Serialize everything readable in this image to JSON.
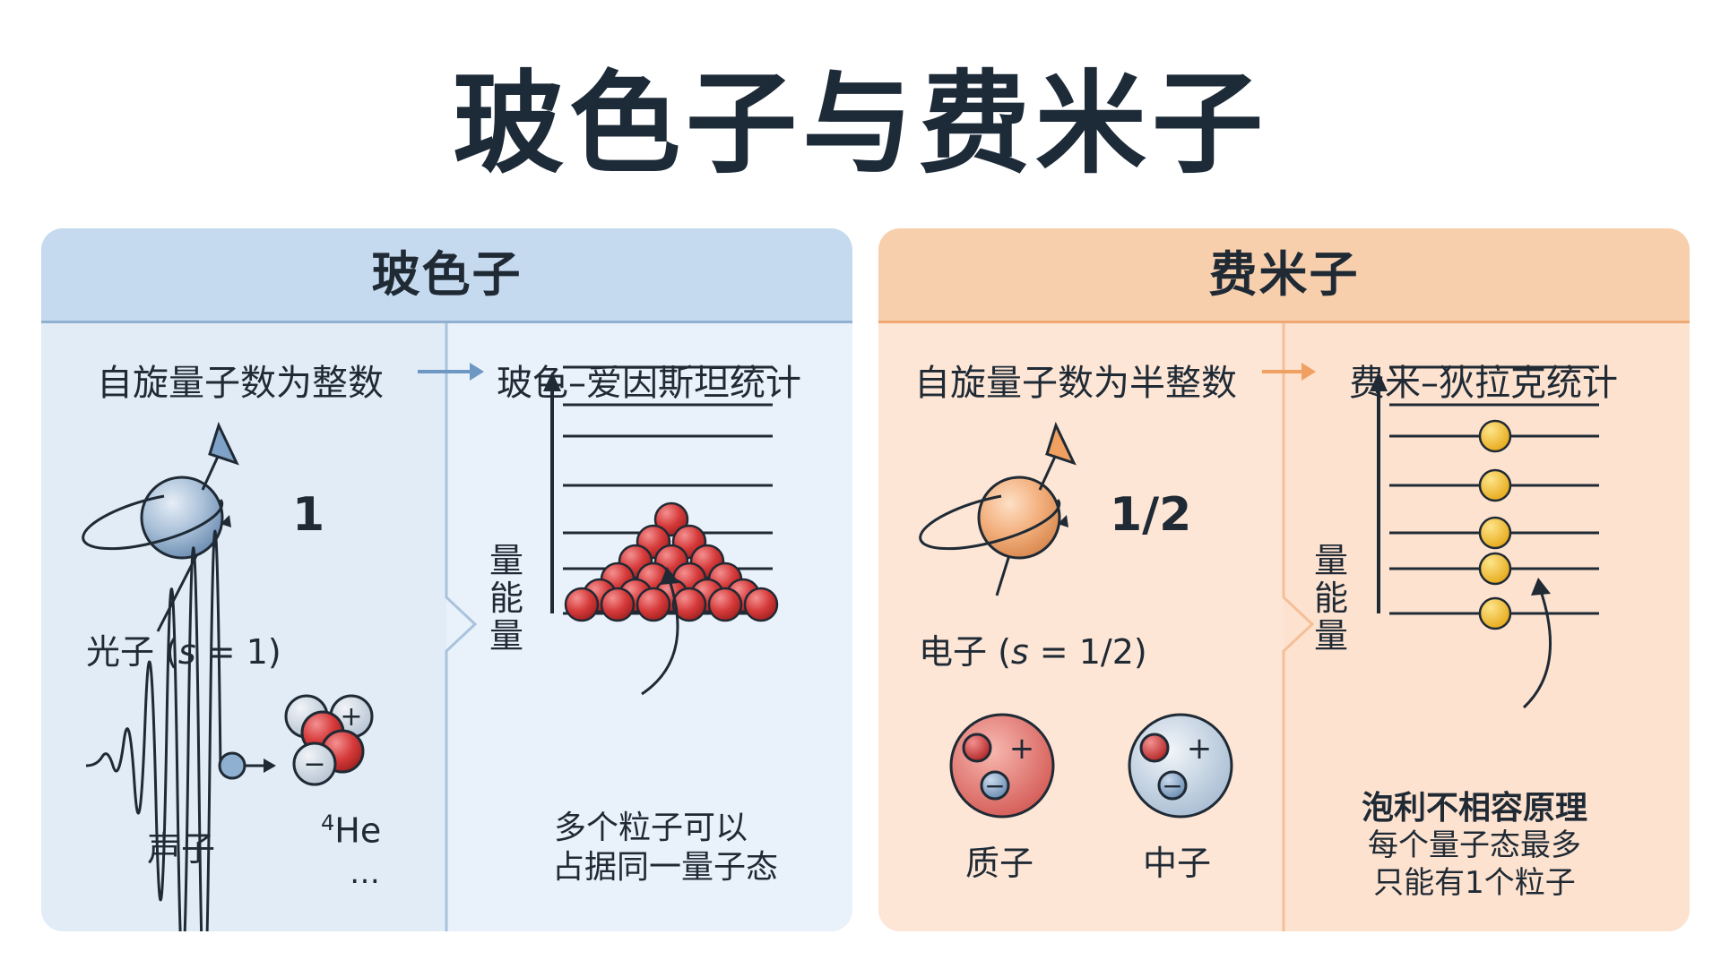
{
  "title": "玻色子与费米子",
  "boson": {
    "header": "玻色子",
    "rule_left": "自旋量子数为整数",
    "rule_right": "玻色–爱因斯坦统计",
    "spin_value": "1",
    "photon_label": "光子 (",
    "photon_s": "s",
    "photon_eq": " = 1)",
    "phonon_label": "声子",
    "he_sup": "4",
    "he_label": "He",
    "ellipsis": "…",
    "axis_label": [
      "量",
      "能",
      "量"
    ],
    "note_line1": "多个粒子可以",
    "note_line2": "占据同一量子态",
    "colors": {
      "particle": "#9eb7d1",
      "accent": "#6e98c4",
      "ball": "#d63c3c"
    }
  },
  "fermion": {
    "header": "费米子",
    "rule_left": "自旋量子数为半整数",
    "rule_right": "费米–狄拉克统计",
    "spin_value": "1/2",
    "electron_label": "电子 (",
    "electron_s": "s",
    "electron_eq": " = 1/2)",
    "proton_label": "质子",
    "neutron_label": "中子",
    "axis_label": [
      "量",
      "能",
      "量"
    ],
    "principle_title": "泡利不相容原理",
    "principle_line1": "每个量子态最多",
    "principle_line2": "只能有1个粒子",
    "colors": {
      "particle": "#f3b07e",
      "accent": "#f0a060",
      "ball": "#f5c542"
    }
  },
  "icons": [
    "spin-arrow-icon",
    "rotation-arrow-icon",
    "wave-icon",
    "nucleus-icon",
    "curved-arrow-icon",
    "proton-icon",
    "neutron-icon"
  ]
}
